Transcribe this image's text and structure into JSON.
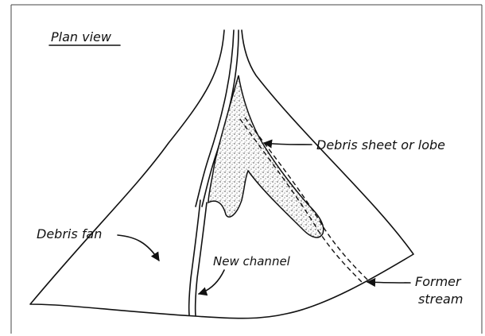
{
  "diagram": {
    "view_title": "Plan view",
    "labels": {
      "debris_sheet": "Debris sheet or lobe",
      "debris_fan": "Debris fan",
      "new_channel": "New channel",
      "former_stream_line1": "Former",
      "former_stream_line2": "stream"
    }
  }
}
